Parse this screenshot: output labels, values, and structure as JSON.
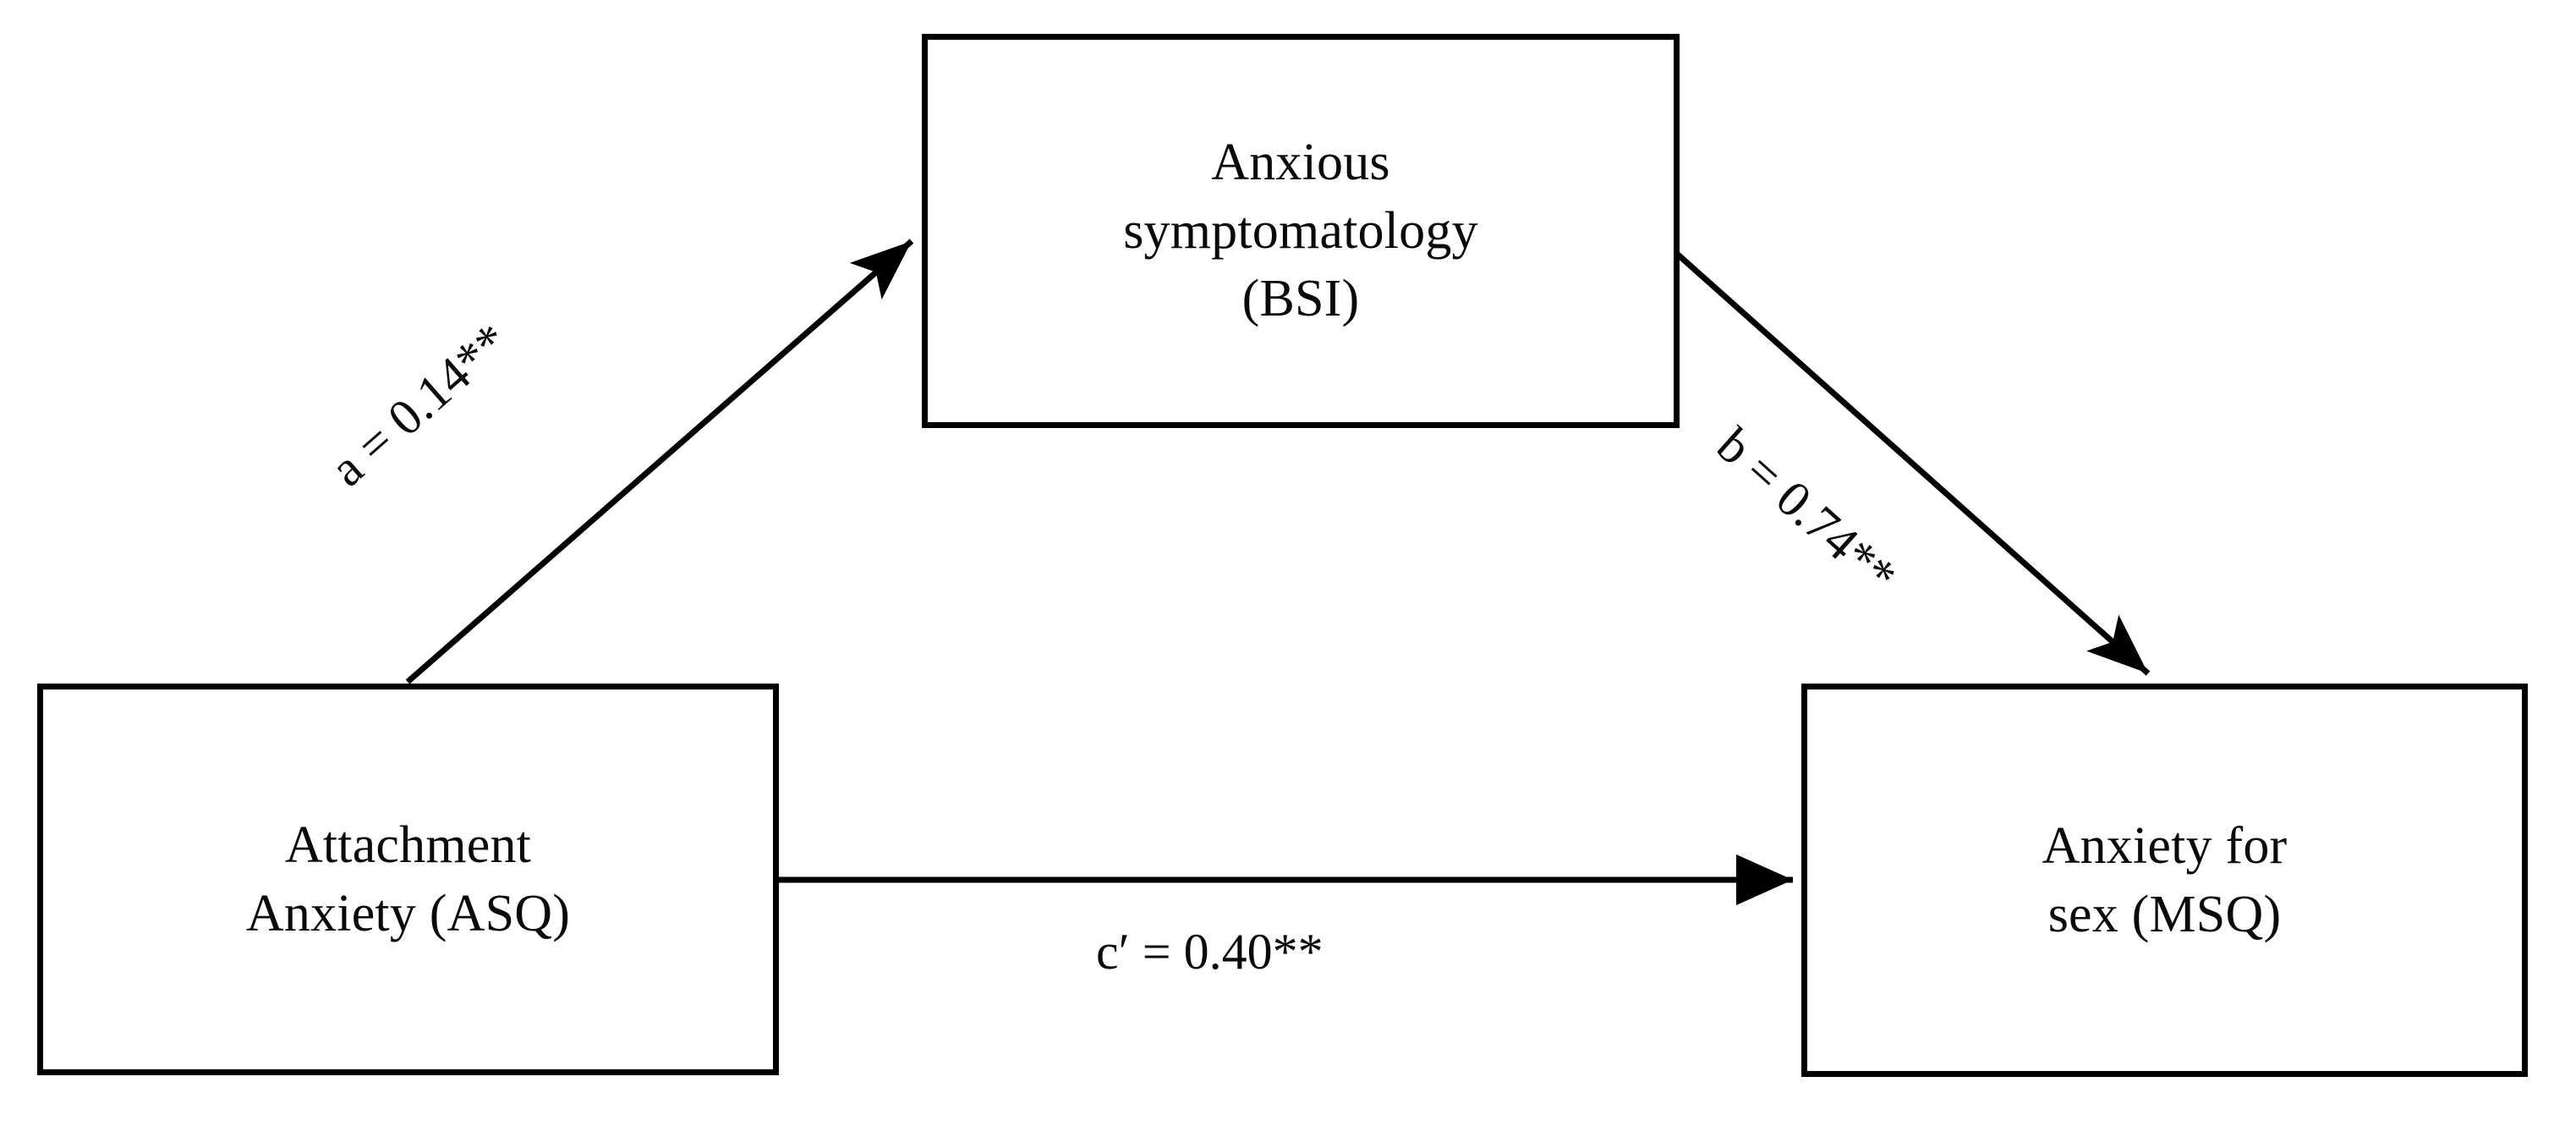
{
  "diagram": {
    "type": "mediation-model",
    "background_color": "#ffffff",
    "line_color": "#000000",
    "text_color": "#0a0a0a",
    "nodes": [
      {
        "id": "mediator",
        "label": "Anxious\nsymptomatology\n(BSI)"
      },
      {
        "id": "predictor",
        "label": "Attachment\nAnxiety (ASQ)"
      },
      {
        "id": "outcome",
        "label": "Anxiety for\nsex (MSQ)"
      }
    ],
    "edges": [
      {
        "id": "a",
        "from": "predictor",
        "to": "mediator",
        "label": "a = 0.14**",
        "coefficient": 0.14,
        "significance": "**",
        "arrowhead": "filled-triangle"
      },
      {
        "id": "b",
        "from": "mediator",
        "to": "outcome",
        "label": "b = 0.74**",
        "coefficient": 0.74,
        "significance": "**",
        "arrowhead": "filled-triangle"
      },
      {
        "id": "c-prime",
        "from": "predictor",
        "to": "outcome",
        "label": "c′ = 0.40**",
        "coefficient": 0.4,
        "significance": "**",
        "arrowhead": "filled-triangle"
      }
    ]
  }
}
